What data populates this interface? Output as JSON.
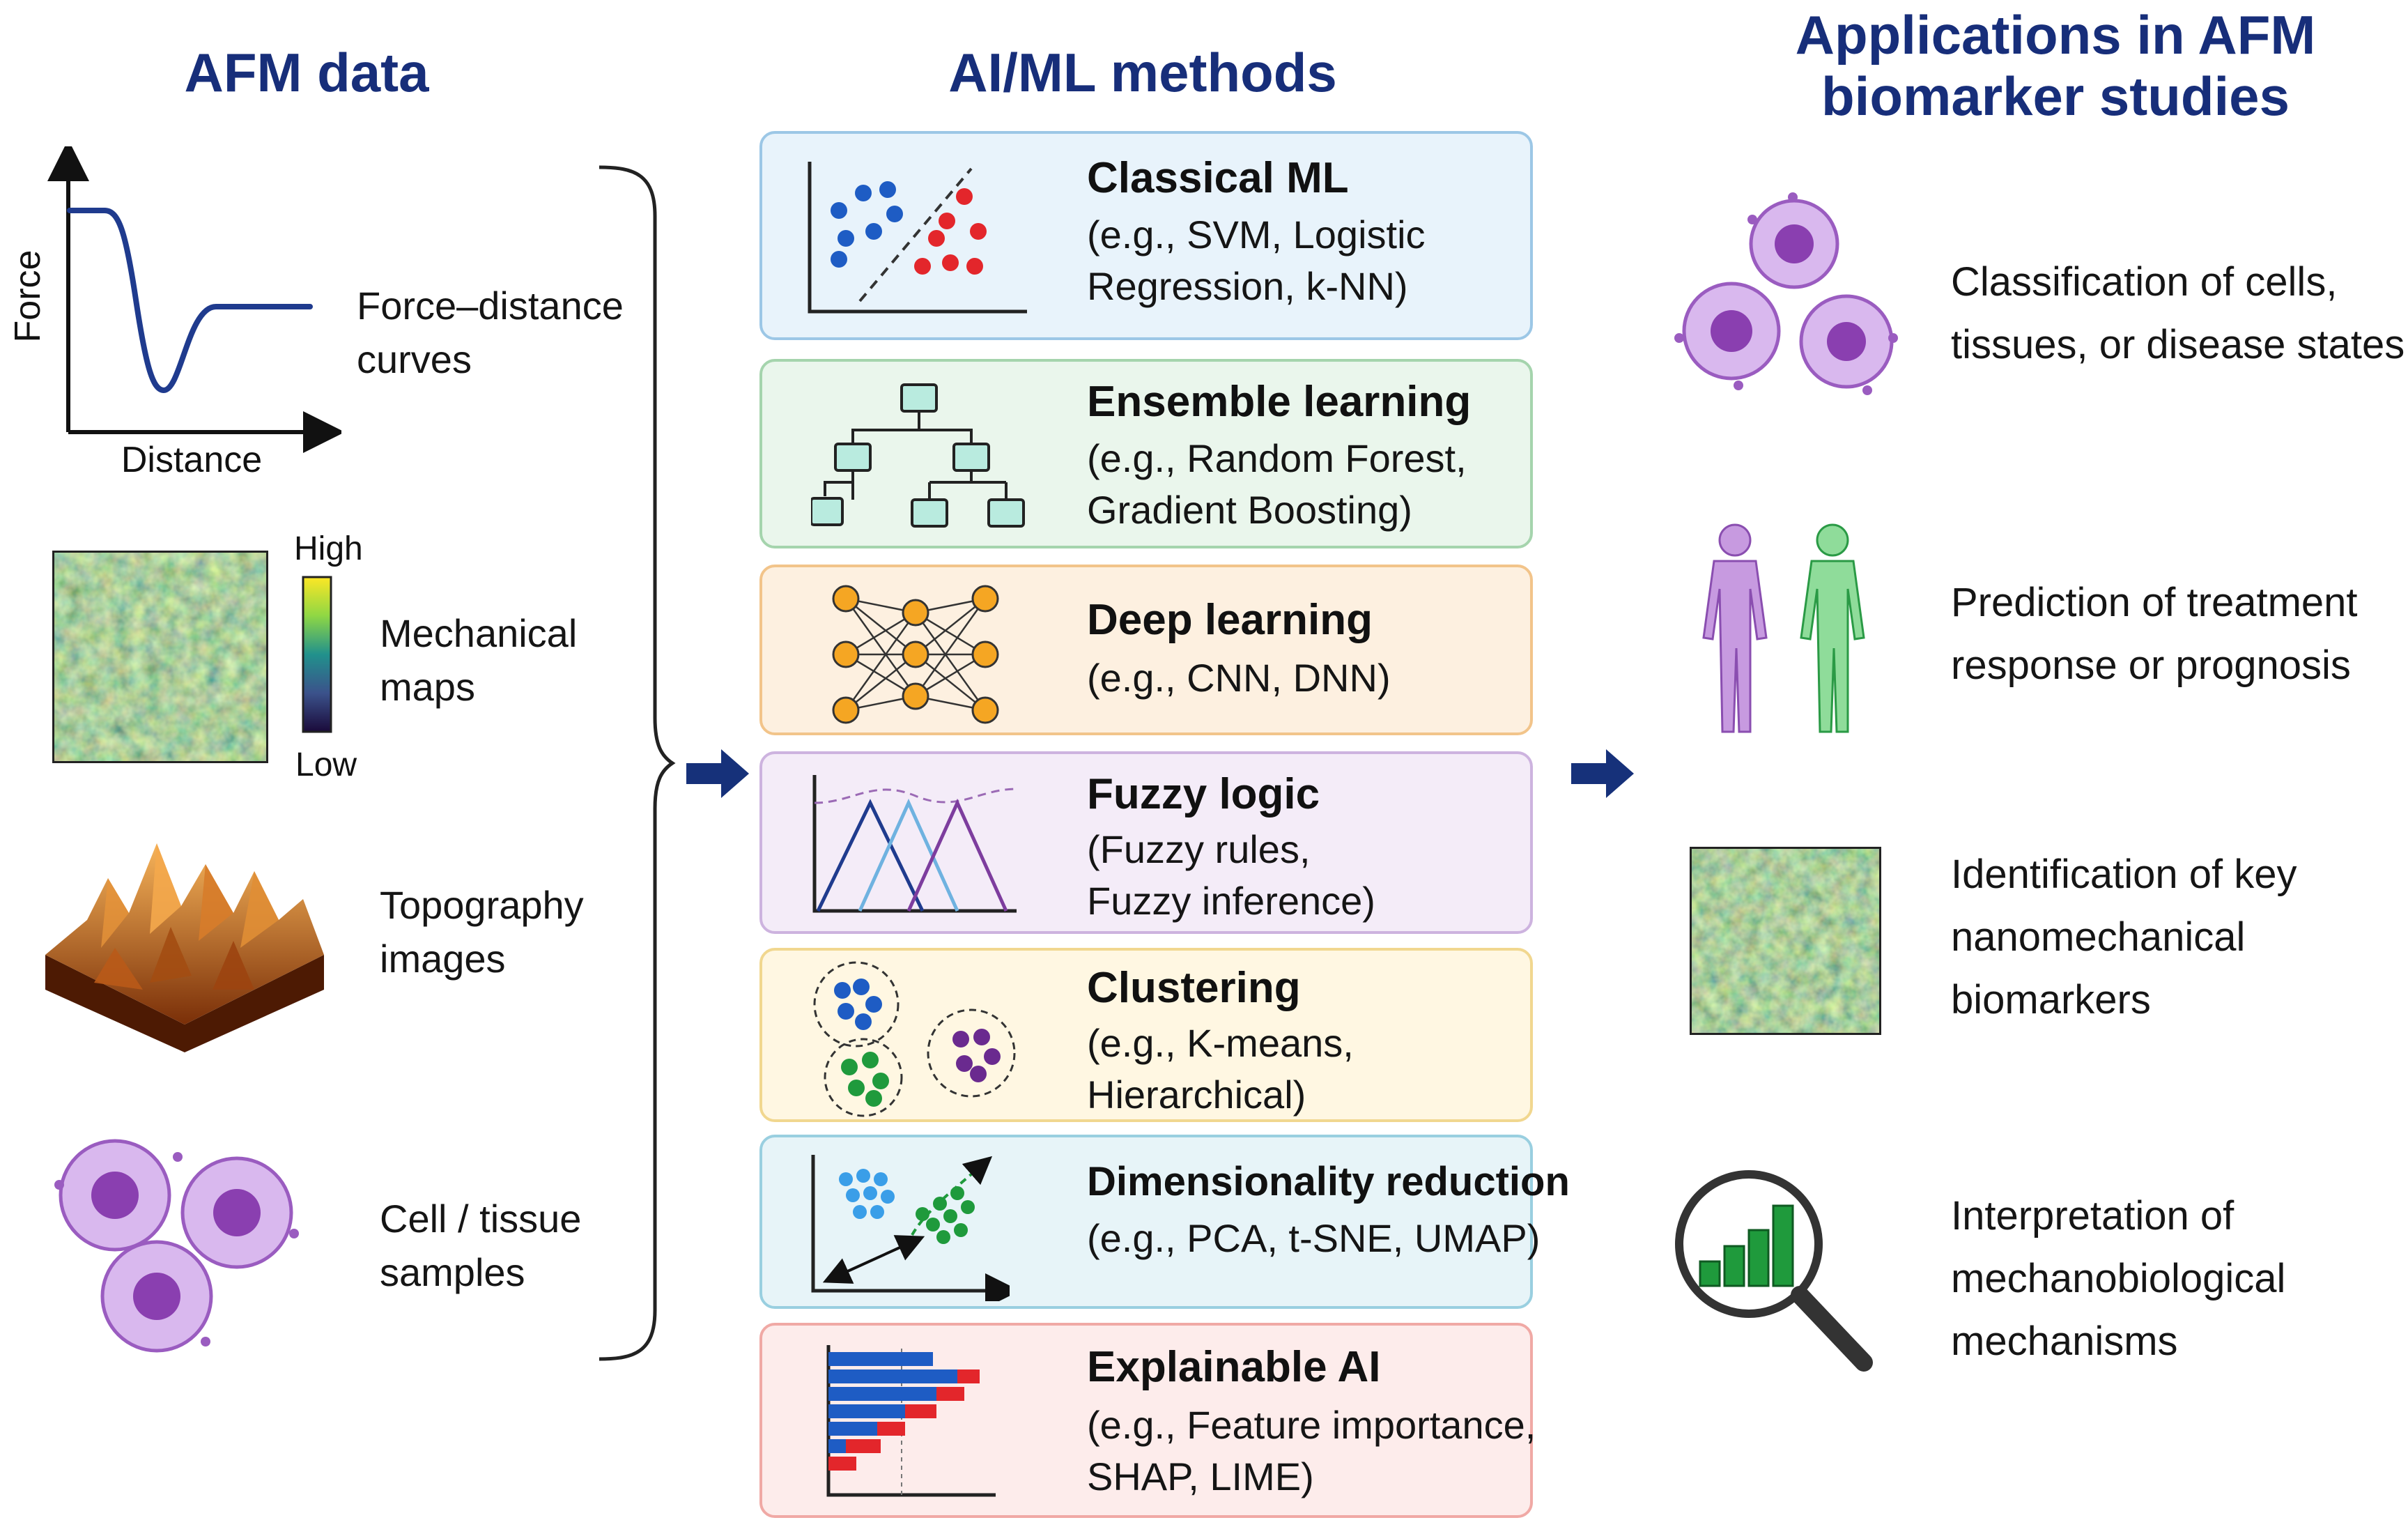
{
  "columns": {
    "left_title": "AFM data",
    "middle_title": "AI/ML methods",
    "right_title_line1": "Applications in AFM",
    "right_title_line2": "biomarker studies"
  },
  "afm_data": {
    "fd_axis_y": "Force",
    "fd_axis_x": "Distance",
    "fd_label_1": "Force–distance",
    "fd_label_2": "curves",
    "map_high": "High",
    "map_low": "Low",
    "map_label_1": "Mechanical",
    "map_label_2": "maps",
    "topo_label_1": "Topography",
    "topo_label_2": "images",
    "cell_label_1": "Cell / tissue",
    "cell_label_2": "samples"
  },
  "methods": [
    {
      "title": "Classical ML",
      "line1": "(e.g., SVM, Logistic",
      "line2": "Regression, k-NN)",
      "icon": "scatter-classifier-icon",
      "bg": "#e8f3fb",
      "border": "#9cc7e6"
    },
    {
      "title": "Ensemble learning",
      "line1": "(e.g., Random Forest,",
      "line2": "Gradient Boosting)",
      "icon": "decision-tree-icon",
      "bg": "#eaf6ec",
      "border": "#a5d4ad"
    },
    {
      "title": "Deep learning",
      "line1": "(e.g., CNN, DNN)",
      "line2": "",
      "icon": "neural-network-icon",
      "bg": "#fdf0e0",
      "border": "#f2c48a"
    },
    {
      "title": "Fuzzy logic",
      "line1": "(Fuzzy rules,",
      "line2": "Fuzzy inference)",
      "icon": "membership-functions-icon",
      "bg": "#f4ecf8",
      "border": "#cdb3df"
    },
    {
      "title": "Clustering",
      "line1": "(e.g., K-means,",
      "line2": "Hierarchical)",
      "icon": "clusters-icon",
      "bg": "#fff7e2",
      "border": "#f1d78f"
    },
    {
      "title": "Dimensionality reduction",
      "line1": "(e.g., PCA, t-SNE, UMAP)",
      "line2": "",
      "icon": "projection-icon",
      "bg": "#e7f4f8",
      "border": "#99cfe0"
    },
    {
      "title": "Explainable AI",
      "line1": "(e.g., Feature importance,",
      "line2": "SHAP, LIME)",
      "icon": "feature-importance-icon",
      "bg": "#fdeceb",
      "border": "#f0a9a5"
    }
  ],
  "applications": [
    {
      "line1": "Classification of cells,",
      "line2": "tissues, or disease states",
      "line3": "",
      "icon": "cells-icon"
    },
    {
      "line1": "Prediction of treatment",
      "line2": "response or prognosis",
      "line3": "",
      "icon": "human-figures-icon"
    },
    {
      "line1": "Identification of key",
      "line2": "nanomechanical",
      "line3": "biomarkers",
      "icon": "heatmap-icon"
    },
    {
      "line1": "Interpretation of",
      "line2": "mechanobiological",
      "line3": "mechanisms",
      "icon": "magnifier-chart-icon"
    }
  ],
  "colors": {
    "title_navy": "#172e7a",
    "arrow_navy": "#16317a",
    "cell_purple": "#c79ae0",
    "nucleus_purple": "#8a3fb0"
  }
}
